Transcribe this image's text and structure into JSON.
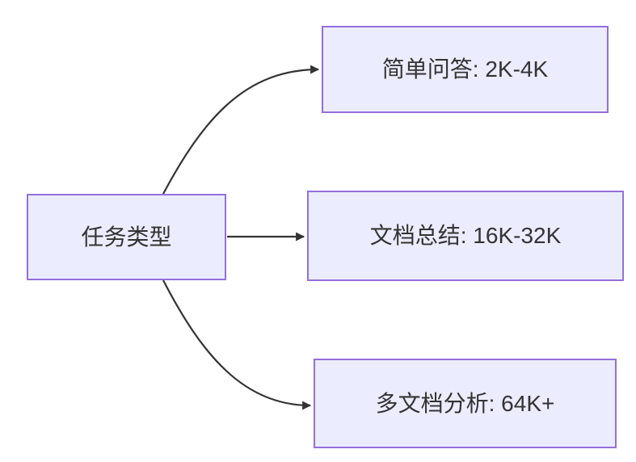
{
  "diagram": {
    "type": "flowchart",
    "direction": "left-to-right",
    "root": {
      "label": "任务类型"
    },
    "branches": [
      {
        "label": "简单问答: 2K-4K"
      },
      {
        "label": "文档总结: 16K-32K"
      },
      {
        "label": "多文档分析: 64K+"
      }
    ]
  },
  "colors": {
    "node_fill": "#ECECFF",
    "node_border": "#9370DB",
    "edge": "#333333",
    "label_text": "#333333",
    "background": "#FFFFFF"
  }
}
